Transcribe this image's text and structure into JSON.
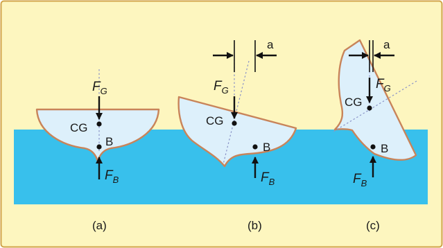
{
  "labels": {
    "center_of_gravity": "CG",
    "center_of_buoyancy": "B",
    "force_symbol": "F",
    "gravity_subscript": "G",
    "buoyancy_subscript": "B",
    "offset_label": "a"
  },
  "panels": [
    {
      "caption": "(a)"
    },
    {
      "caption": "(b)"
    },
    {
      "caption": "(c)"
    }
  ],
  "colors": {
    "background": "#fdf6bf",
    "border": "#d1a44a",
    "water": "#38c0ec",
    "hull_fill": "#ddf0fb",
    "hull_stroke": "#c8845a",
    "axis_line": "#8a93c8"
  }
}
